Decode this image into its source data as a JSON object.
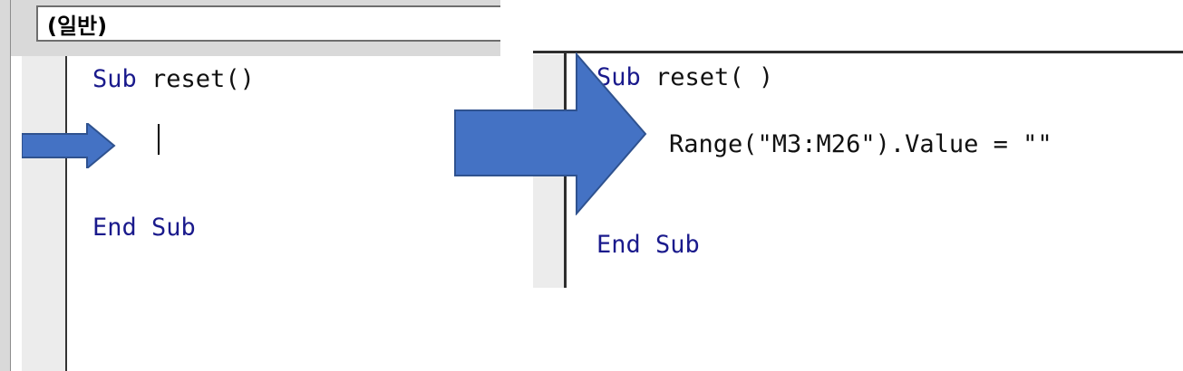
{
  "before_editor": {
    "object_combo_value": "(일반)",
    "lines": {
      "sub_keyword": "Sub",
      "sub_name": " reset()",
      "end_line": "End Sub"
    }
  },
  "after_editor": {
    "lines": {
      "sub_keyword": "Sub",
      "sub_name": " reset( )",
      "statement": "Range(\"M3:M26\").Value = \"\"",
      "end_line": "End Sub"
    }
  },
  "colors": {
    "keyword": "#1a1a8c",
    "arrow_fill": "#4472c4",
    "arrow_stroke": "#2f528f",
    "gutter": "#ececec"
  },
  "icons": {
    "small_arrow": "right-arrow-icon",
    "big_arrow": "right-arrow-icon"
  }
}
